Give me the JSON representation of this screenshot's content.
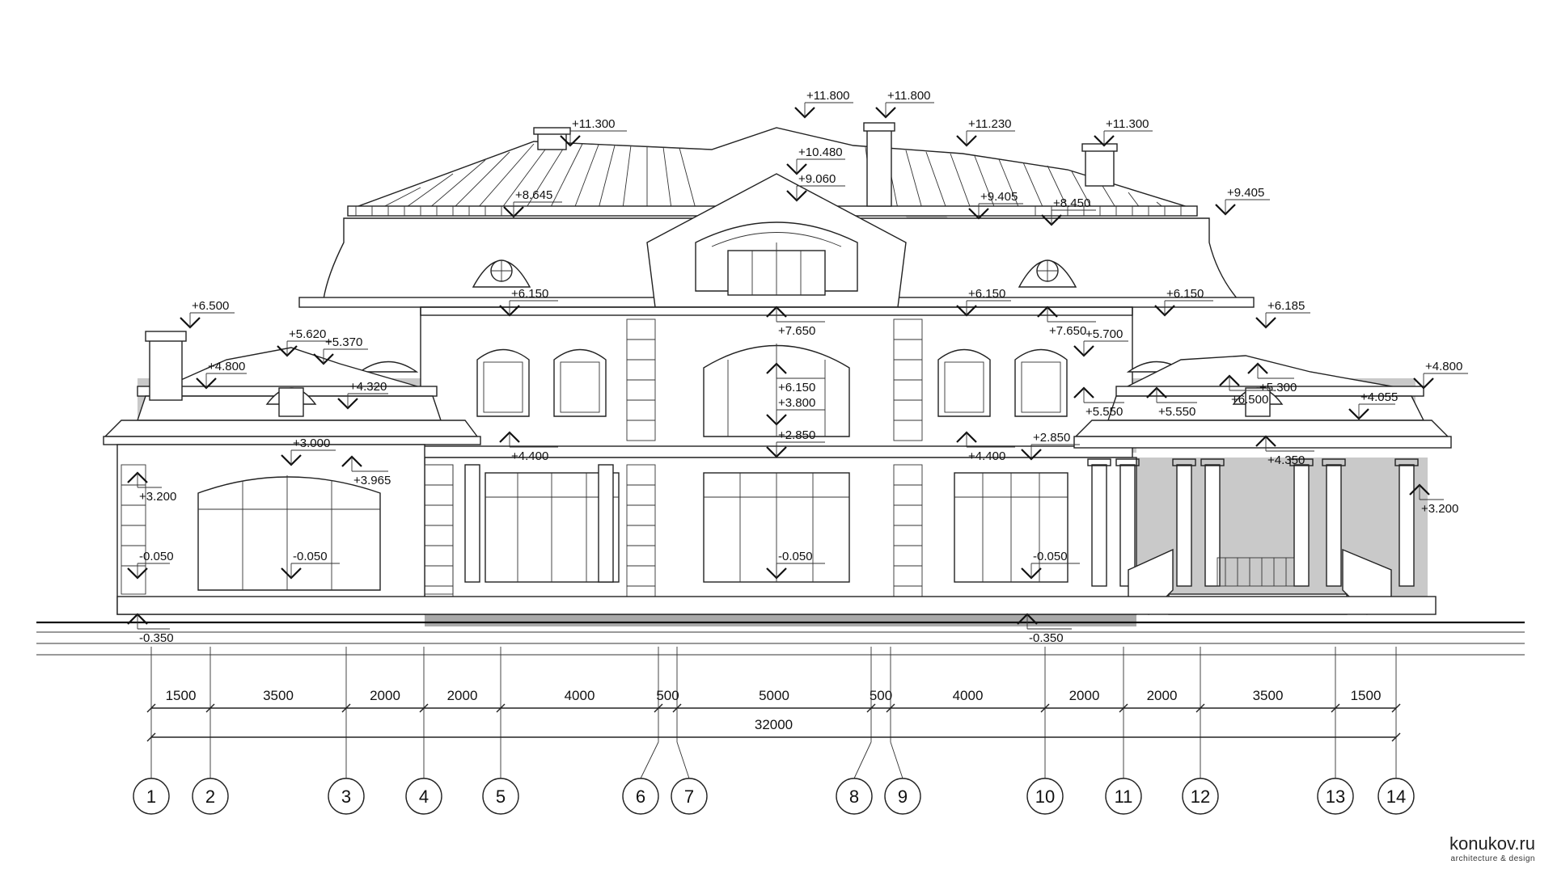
{
  "elevation_marks": [
    {
      "label": "+11.300"
    },
    {
      "label": "+11.800"
    },
    {
      "label": "+11.800"
    },
    {
      "label": "+11.230"
    },
    {
      "label": "+11.300"
    },
    {
      "label": "+10.480"
    },
    {
      "label": "+9.060"
    },
    {
      "label": "+9.405"
    },
    {
      "label": "+9.405"
    },
    {
      "label": "+8.645"
    },
    {
      "label": "+8.450"
    },
    {
      "label": "+6.500"
    },
    {
      "label": "+6.150"
    },
    {
      "label": "+7.650"
    },
    {
      "label": "+6.150"
    },
    {
      "label": "+7.650"
    },
    {
      "label": "+6.150"
    },
    {
      "label": "+6.185"
    },
    {
      "label": "+5.620"
    },
    {
      "label": "+5.370"
    },
    {
      "label": "+5.700"
    },
    {
      "label": "+5.300"
    },
    {
      "label": "+4.800"
    },
    {
      "label": "+4.320"
    },
    {
      "label": "+6.150"
    },
    {
      "label": "+6.500"
    },
    {
      "label": "+5.550"
    },
    {
      "label": "+5.550"
    },
    {
      "label": "+4.800"
    },
    {
      "label": "+4.055"
    },
    {
      "label": "+3.800"
    },
    {
      "label": "+4.400"
    },
    {
      "label": "+4.400"
    },
    {
      "label": "+2.850"
    },
    {
      "label": "+2.850"
    },
    {
      "label": "+3.000"
    },
    {
      "label": "+3.965"
    },
    {
      "label": "+4.350"
    },
    {
      "label": "+3.200"
    },
    {
      "label": "+3.200"
    },
    {
      "label": "-0.050"
    },
    {
      "label": "-0.050"
    },
    {
      "label": "-0.050"
    },
    {
      "label": "-0.050"
    },
    {
      "label": "-0.350"
    },
    {
      "label": "-0.350"
    }
  ],
  "dimensions": {
    "segments": [
      "1500",
      "3500",
      "2000",
      "2000",
      "4000",
      "500",
      "5000",
      "500",
      "4000",
      "2000",
      "2000",
      "3500",
      "1500"
    ],
    "total": "32000"
  },
  "axes": [
    "1",
    "2",
    "3",
    "4",
    "5",
    "6",
    "7",
    "8",
    "9",
    "10",
    "11",
    "12",
    "13",
    "14"
  ],
  "watermark": {
    "name": "konukov.ru",
    "subtitle": "architecture & design"
  }
}
